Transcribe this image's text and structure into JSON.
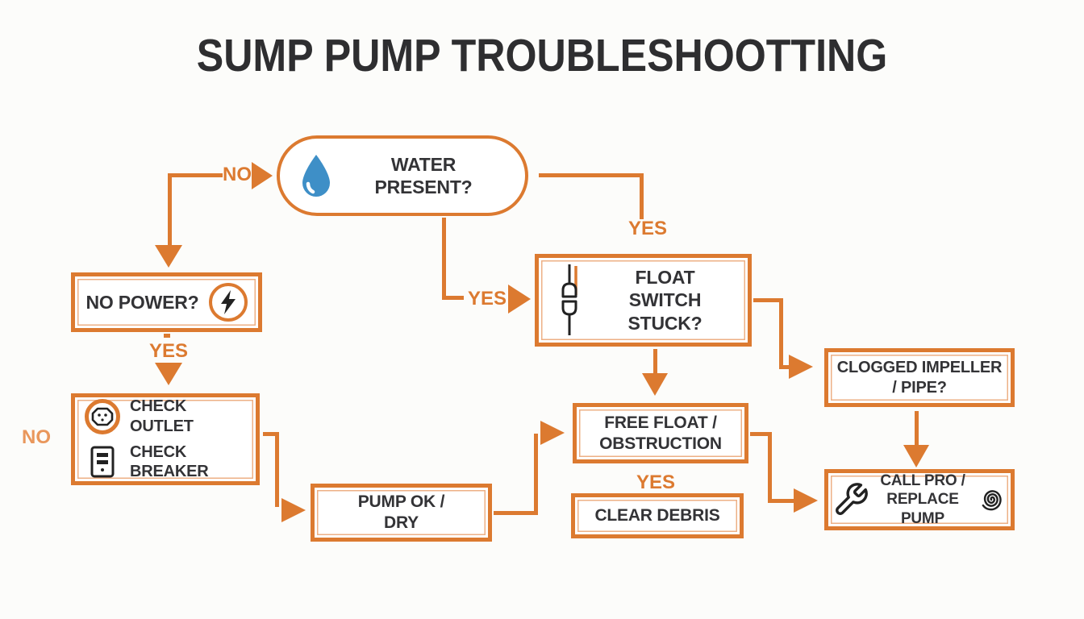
{
  "title": "SUMP PUMP TROUBLESHOOTTING",
  "colors": {
    "accent_orange": "#DC7A30",
    "accent_orange_light": "#E9975C",
    "text_dark": "#333336",
    "title_dark": "#2E2E30",
    "drop_blue": "#3E8FC7",
    "icon_black": "#222222",
    "background": "#FCFCFA"
  },
  "nodes": {
    "water_present": {
      "lines": [
        "WATER",
        "PRESENT?"
      ],
      "icon": "water-drop"
    },
    "no_power": {
      "label": "NO POWER?",
      "icon": "lightning-bolt"
    },
    "check_power": {
      "items": [
        {
          "label": "CHECK OUTLET",
          "icon": "power-outlet"
        },
        {
          "label": "CHECK BREAKER",
          "icon": "breaker-panel"
        }
      ]
    },
    "pump_ok": {
      "lines": [
        "PUMP OK /",
        "DRY"
      ]
    },
    "float_switch": {
      "lines": [
        "FLOAT",
        "SWITCH",
        "STUCK?"
      ],
      "icon": "float-switch"
    },
    "free_float": {
      "lines": [
        "FREE FLOAT /",
        "OBSTRUCTION"
      ]
    },
    "clear_debris": {
      "label": "CLEAR DEBRIS"
    },
    "clogged": {
      "lines": [
        "CLOGGED IMPELLER",
        "/ PIPE?"
      ]
    },
    "call_pro": {
      "lines": [
        "CALL PRO /",
        "REPLACE PUMP"
      ],
      "icon_left": "wrench",
      "icon_right": "spiral"
    }
  },
  "edge_labels": {
    "no_to_power": "NO",
    "yes_power": "YES",
    "no_left": "NO",
    "yes_to_float": "YES",
    "yes_branch_right": "YES",
    "yes_clear": "YES"
  }
}
